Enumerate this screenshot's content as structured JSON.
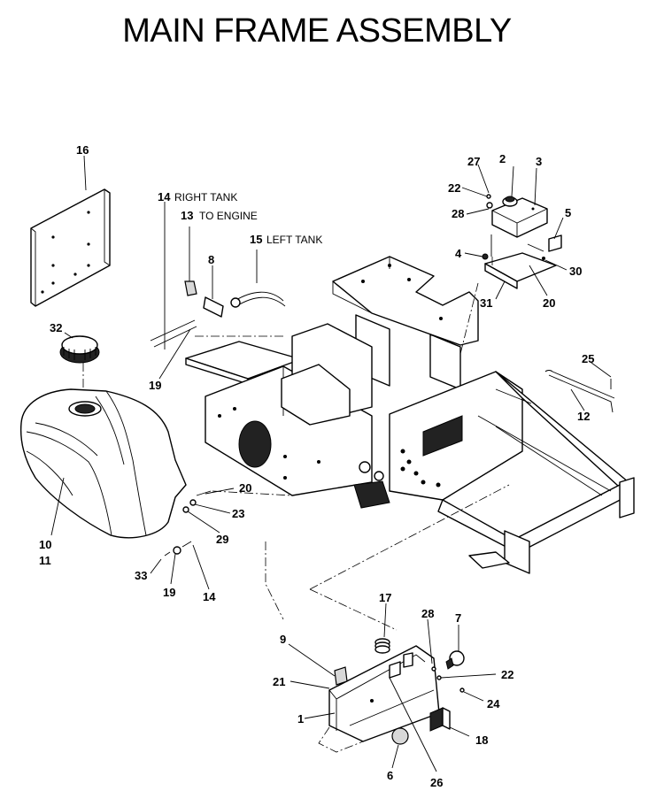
{
  "title": "MAIN FRAME ASSEMBLY",
  "callouts": {
    "c1": "1",
    "c2": "2",
    "c3": "3",
    "c4": "4",
    "c5": "5",
    "c6": "6",
    "c7": "7",
    "c8": "8",
    "c9": "9",
    "c10": "10",
    "c11": "11",
    "c12": "12",
    "c13": "13",
    "c14a": "14",
    "c14b": "14",
    "c15": "15",
    "c16": "16",
    "c17": "17",
    "c18": "18",
    "c19a": "19",
    "c19b": "19",
    "c20a": "20",
    "c20b": "20",
    "c21": "21",
    "c22a": "22",
    "c22b": "22",
    "c23": "23",
    "c24": "24",
    "c25": "25",
    "c26": "26",
    "c27": "27",
    "c28a": "28",
    "c28b": "28",
    "c29": "29",
    "c30": "30",
    "c31": "31",
    "c32": "32",
    "c33": "33"
  },
  "notes": {
    "right_tank": "RIGHT TANK",
    "to_engine": "TO ENGINE",
    "left_tank": "LEFT TANK"
  }
}
